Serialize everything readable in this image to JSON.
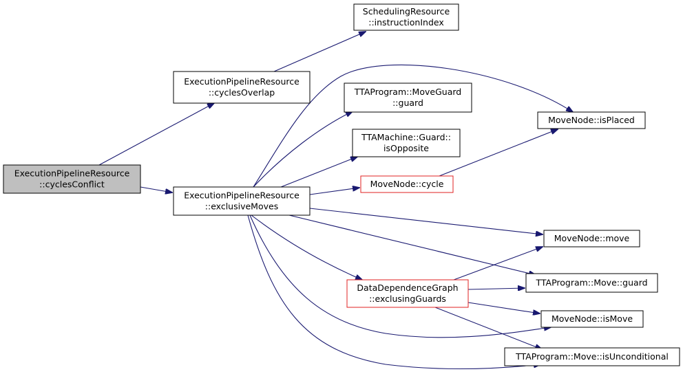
{
  "colors": {
    "edge": "#191970",
    "node_border": "#000000",
    "highlight_border": "#e02020",
    "root_fill": "#bfbfbf",
    "node_fill": "#ffffff"
  },
  "nodes": [
    {
      "id": "cyclesConflict",
      "lines": [
        "ExecutionPipelineResource",
        "::cyclesConflict"
      ],
      "style": "root"
    },
    {
      "id": "cyclesOverlap",
      "lines": [
        "ExecutionPipelineResource",
        "::cyclesOverlap"
      ],
      "style": "normal"
    },
    {
      "id": "exclusiveMoves",
      "lines": [
        "ExecutionPipelineResource",
        "::exclusiveMoves"
      ],
      "style": "normal"
    },
    {
      "id": "instructionIndex",
      "lines": [
        "SchedulingResource",
        "::instructionIndex"
      ],
      "style": "normal"
    },
    {
      "id": "moveGuardGuard",
      "lines": [
        "TTAProgram::MoveGuard",
        "::guard"
      ],
      "style": "normal"
    },
    {
      "id": "isOpposite",
      "lines": [
        "TTAMachine::Guard::",
        "isOpposite"
      ],
      "style": "normal"
    },
    {
      "id": "cycle",
      "lines": [
        "MoveNode::cycle"
      ],
      "style": "highlight"
    },
    {
      "id": "exclusingGuards",
      "lines": [
        "DataDependenceGraph",
        "::exclusingGuards"
      ],
      "style": "highlight"
    },
    {
      "id": "isPlaced",
      "lines": [
        "MoveNode::isPlaced"
      ],
      "style": "normal"
    },
    {
      "id": "move",
      "lines": [
        "MoveNode::move"
      ],
      "style": "normal"
    },
    {
      "id": "moveGuard",
      "lines": [
        "TTAProgram::Move::guard"
      ],
      "style": "normal"
    },
    {
      "id": "isMove",
      "lines": [
        "MoveNode::isMove"
      ],
      "style": "normal"
    },
    {
      "id": "isUnconditional",
      "lines": [
        "TTAProgram::Move::isUnconditional"
      ],
      "style": "normal"
    }
  ],
  "edges": [
    {
      "from": "cyclesConflict",
      "to": "cyclesOverlap"
    },
    {
      "from": "cyclesConflict",
      "to": "exclusiveMoves"
    },
    {
      "from": "cyclesOverlap",
      "to": "instructionIndex"
    },
    {
      "from": "exclusiveMoves",
      "to": "isPlaced"
    },
    {
      "from": "exclusiveMoves",
      "to": "moveGuardGuard"
    },
    {
      "from": "exclusiveMoves",
      "to": "isOpposite"
    },
    {
      "from": "exclusiveMoves",
      "to": "cycle"
    },
    {
      "from": "exclusiveMoves",
      "to": "move"
    },
    {
      "from": "exclusiveMoves",
      "to": "moveGuard"
    },
    {
      "from": "exclusiveMoves",
      "to": "exclusingGuards"
    },
    {
      "from": "exclusiveMoves",
      "to": "isMove"
    },
    {
      "from": "exclusiveMoves",
      "to": "isUnconditional"
    },
    {
      "from": "cycle",
      "to": "isPlaced"
    },
    {
      "from": "exclusingGuards",
      "to": "move"
    },
    {
      "from": "exclusingGuards",
      "to": "moveGuard"
    },
    {
      "from": "exclusingGuards",
      "to": "isMove"
    },
    {
      "from": "exclusingGuards",
      "to": "isUnconditional"
    }
  ]
}
